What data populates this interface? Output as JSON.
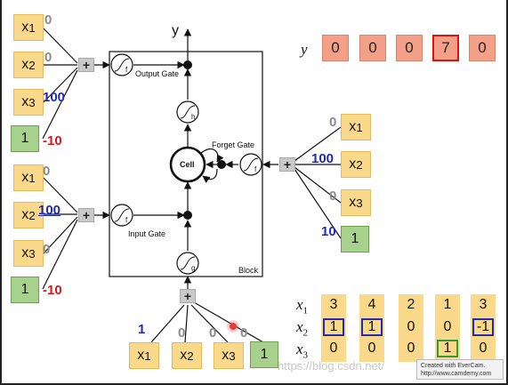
{
  "y_label": "y",
  "y_values": [
    "0",
    "0",
    "0",
    "7",
    "0"
  ],
  "y_highlight_index": 3,
  "output_gate": {
    "inputs": [
      {
        "sym": "x",
        "sub": "1"
      },
      {
        "sym": "x",
        "sub": "2"
      },
      {
        "sym": "x",
        "sub": "3"
      }
    ],
    "bias": "1",
    "weights": [
      "0",
      "0",
      "100"
    ],
    "bias_weight": "-10"
  },
  "input_gate": {
    "inputs": [
      {
        "sym": "x",
        "sub": "1"
      },
      {
        "sym": "x",
        "sub": "2"
      },
      {
        "sym": "x",
        "sub": "3"
      }
    ],
    "bias": "1",
    "weights": [
      "0",
      "100",
      "0"
    ],
    "bias_weight": "-10"
  },
  "forget_gate": {
    "inputs": [
      {
        "sym": "x",
        "sub": "1"
      },
      {
        "sym": "x",
        "sub": "2"
      },
      {
        "sym": "x",
        "sub": "3"
      }
    ],
    "bias": "1",
    "weights": [
      "0",
      "100",
      "0"
    ],
    "bias_weight": "10"
  },
  "cell_input": {
    "inputs": [
      {
        "sym": "x",
        "sub": "1"
      },
      {
        "sym": "x",
        "sub": "2"
      },
      {
        "sym": "x",
        "sub": "3"
      }
    ],
    "bias": "1",
    "weights": [
      "1",
      "0",
      "0"
    ],
    "bias_weight": "0"
  },
  "block": {
    "label": "Block",
    "cell": "Cell",
    "output_gate": "Output Gate",
    "forget_gate": "Forget Gate",
    "input_gate": "Input Gate",
    "f": "f",
    "g": "g",
    "h": "h",
    "y": "y",
    "plus": "+"
  },
  "sequence": {
    "row_labels": [
      {
        "sym": "x",
        "sub": "1"
      },
      {
        "sym": "x",
        "sub": "2"
      },
      {
        "sym": "x",
        "sub": "3"
      }
    ],
    "columns": [
      [
        "3",
        "1",
        "0"
      ],
      [
        "4",
        "1",
        "0"
      ],
      [
        "2",
        "0",
        "0"
      ],
      [
        "1",
        "0",
        "1"
      ],
      [
        "3",
        "-1",
        "0"
      ]
    ],
    "highlight_blue": [
      [
        0,
        1
      ],
      [
        1,
        1
      ],
      [
        4,
        1
      ]
    ],
    "highlight_green": [
      [
        3,
        2
      ]
    ]
  },
  "watermark": "https://blog.csdn.net/",
  "evercam": {
    "line1": "Created with EverCam.",
    "line2": "http://www.camdemy.com"
  },
  "colors": {
    "input_fill": "#fbd98a",
    "bias_fill": "#a9d18e",
    "y_fill": "#f4a089",
    "weight_gray": "#8a8a8a",
    "weight_blue": "#1f2ab5",
    "weight_red": "#d61a1a",
    "highlight_red": "#e01010",
    "highlight_blue": "#1f2ab5",
    "highlight_green": "#2e9c3a"
  }
}
